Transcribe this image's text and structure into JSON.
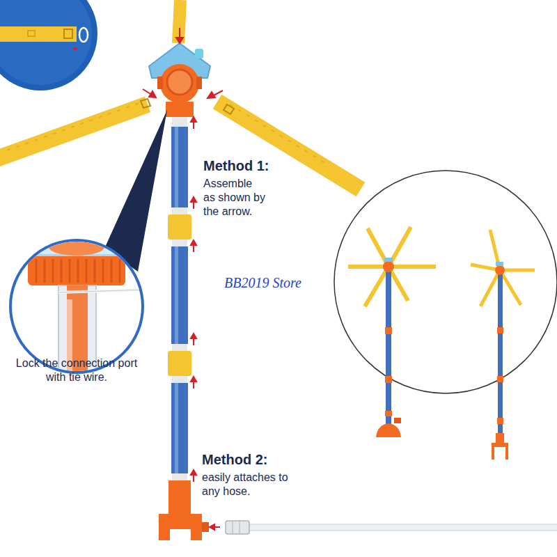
{
  "diagram": {
    "labels": [
      "Method 1:",
      "Assemble as shown by the arrow.",
      "Lock the connection port with tie wire.",
      "Method 2:",
      "easily attaches to any hose.",
      "BB2019 Store"
    ]
  }
}
